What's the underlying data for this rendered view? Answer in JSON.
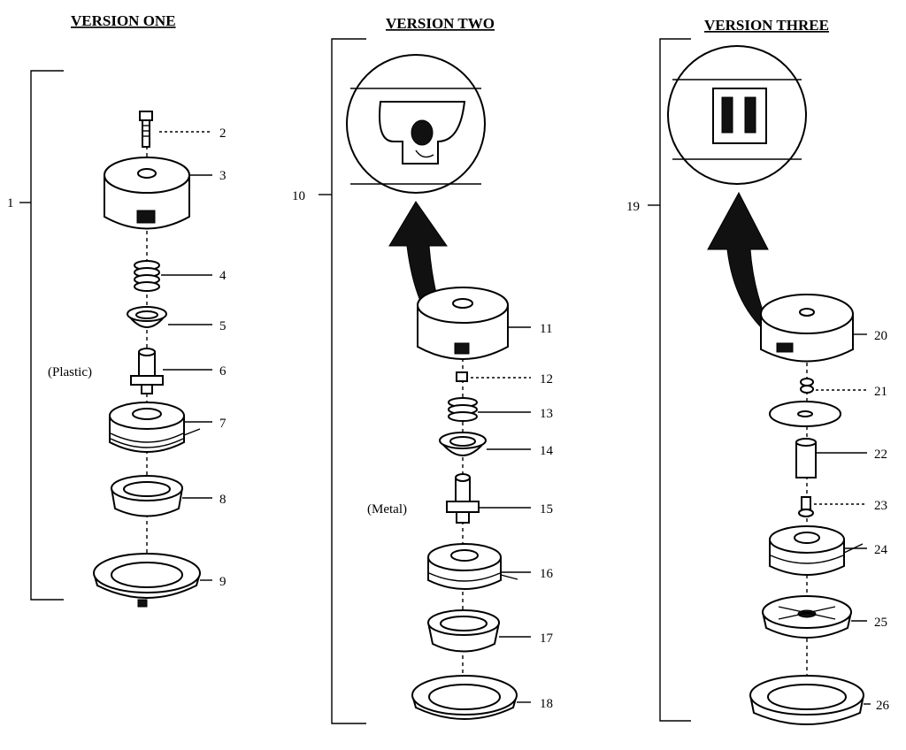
{
  "versions": [
    {
      "heading": "VERSION ONE",
      "assembly_number": "1",
      "material_note": "(Plastic)",
      "parts": [
        "2",
        "3",
        "4",
        "5",
        "6",
        "7",
        "8",
        "9"
      ]
    },
    {
      "heading": "VERSION TWO",
      "assembly_number": "10",
      "material_note": "(Metal)",
      "parts": [
        "11",
        "12",
        "13",
        "14",
        "15",
        "16",
        "17",
        "18"
      ]
    },
    {
      "heading": "VERSION THREE",
      "assembly_number": "19",
      "parts": [
        "20",
        "21",
        "22",
        "23",
        "24",
        "25",
        "26"
      ]
    }
  ],
  "colors": {
    "ink": "#000000",
    "paper": "#ffffff"
  }
}
